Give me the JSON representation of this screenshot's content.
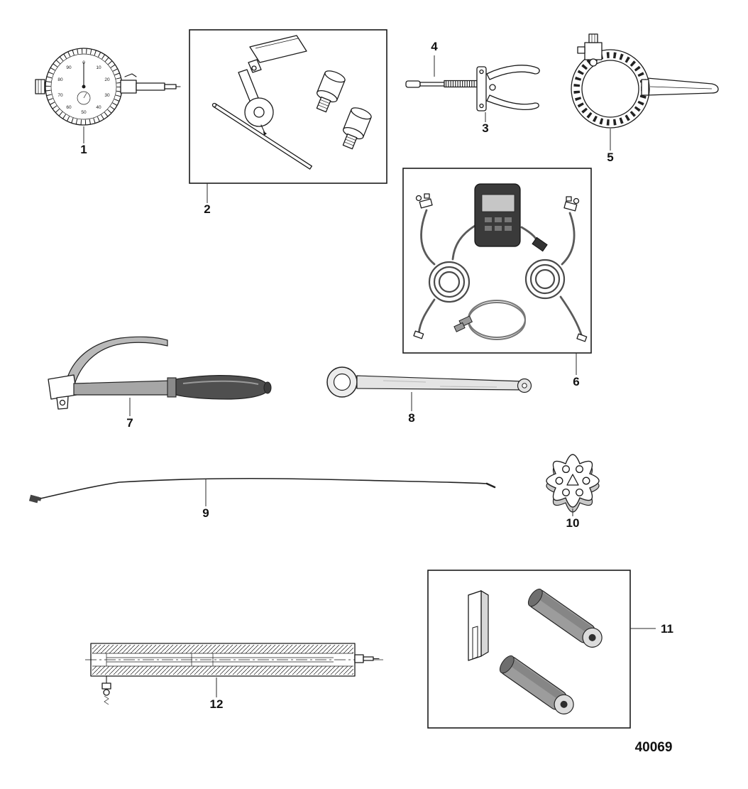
{
  "figure_number": "40069",
  "ink_color": "#1a1a1a",
  "items": [
    {
      "label": "1",
      "name": "dial-indicator"
    },
    {
      "label": "2",
      "name": "bearing-preload-tool-kit"
    },
    {
      "label": "3",
      "name": "clamp-spreader-tool"
    },
    {
      "label": "4",
      "name": "threaded-rod"
    },
    {
      "label": "5",
      "name": "band-strap-wrench"
    },
    {
      "label": "6",
      "name": "digital-pressure-meter-kit"
    },
    {
      "label": "7",
      "name": "strap-wrench"
    },
    {
      "label": "8",
      "name": "box-end-wrench"
    },
    {
      "label": "9",
      "name": "lockwire-cable"
    },
    {
      "label": "10",
      "name": "spline-socket-knob"
    },
    {
      "label": "11",
      "name": "installer-tool-set"
    },
    {
      "label": "12",
      "name": "tool-cross-section"
    }
  ],
  "dial": {
    "numbers": [
      "0",
      "10",
      "20",
      "30",
      "40",
      "50",
      "60",
      "70",
      "80",
      "90"
    ]
  }
}
